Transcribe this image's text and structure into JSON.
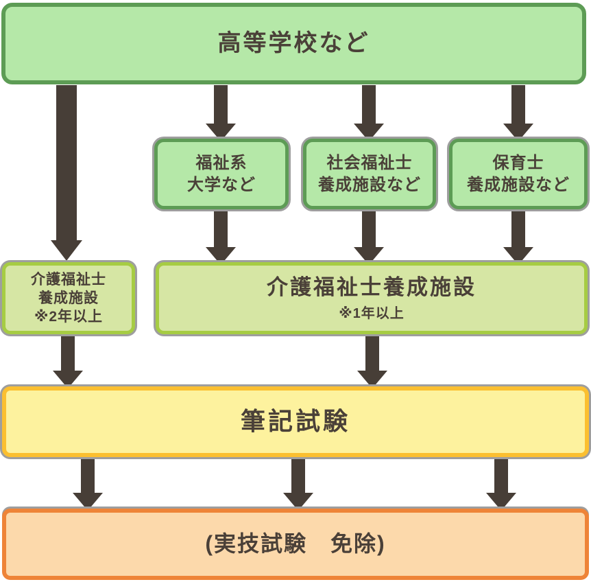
{
  "nodes": {
    "highschool": {
      "label": "高等学校など"
    },
    "welfare_university": {
      "line1": "福祉系",
      "line2": "大学など"
    },
    "social_worker_facility": {
      "line1": "社会福祉士",
      "line2": "養成施設など"
    },
    "childcare_facility": {
      "line1": "保育士",
      "line2": "養成施設など"
    },
    "care_worker_facility_2yr": {
      "line1": "介護福祉士",
      "line2": "養成施設",
      "note": "※2年以上"
    },
    "care_worker_facility_1yr": {
      "label": "介護福祉士養成施設",
      "note": "※1年以上"
    },
    "written_exam": {
      "label": "筆記試験"
    },
    "practical_exam": {
      "label": "(実技試験　免除)"
    }
  },
  "colors": {
    "green_fill": "#b5e8a8",
    "green_border": "#5d9c55",
    "lime_fill": "#d6e6a4",
    "lime_border": "#a6cc43",
    "yellow_fill": "#fdf29e",
    "yellow_border": "#fbbf30",
    "orange_fill": "#fcd9ab",
    "orange_border": "#ee8438",
    "arrow": "#473e37",
    "text": "#4a4038",
    "outline_shadow": "#9e9e9e"
  }
}
